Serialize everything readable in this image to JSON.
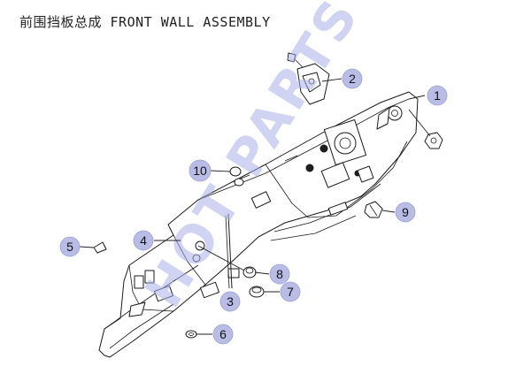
{
  "header": {
    "title": "前围挡板总成 FRONT WALL ASSEMBLY"
  },
  "watermark": {
    "text": "HOT PARTS"
  },
  "callouts": [
    {
      "label": "1"
    },
    {
      "label": "2"
    },
    {
      "label": "3"
    },
    {
      "label": "4"
    },
    {
      "label": "5"
    },
    {
      "label": "6"
    },
    {
      "label": "7"
    },
    {
      "label": "8"
    },
    {
      "label": "9"
    },
    {
      "label": "10"
    }
  ],
  "colors": {
    "callout_fill": "#b9bde6",
    "watermark": "#aab0e8",
    "line": "#1a1a1a"
  }
}
